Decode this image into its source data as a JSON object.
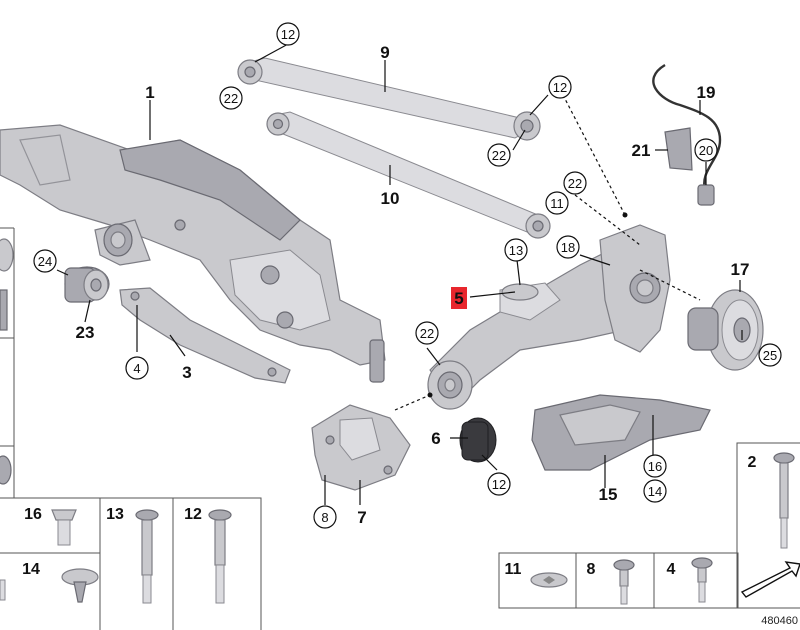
{
  "callouts": {
    "p1": "1",
    "p9": "9",
    "p10": "10",
    "p19": "19",
    "p21": "21",
    "p17": "17",
    "p23": "23",
    "p3": "3",
    "p6": "6",
    "p7": "7",
    "p15": "15",
    "p5": "5"
  },
  "circles": {
    "c12a": "12",
    "c22a": "22",
    "c12b": "12",
    "c22b": "22",
    "c22c": "22",
    "c11": "11",
    "c13": "13",
    "c18": "18",
    "c20": "20",
    "c24": "24",
    "c4": "4",
    "c22d": "22",
    "c25": "25",
    "c12c": "12",
    "c8": "8",
    "c16": "16",
    "c14": "14"
  },
  "fastener_table": {
    "top_row": [
      "16",
      "13",
      "12"
    ],
    "bottom_left": "14",
    "bottom_row": [
      "11",
      "8",
      "4"
    ],
    "right_cell": "2"
  },
  "image_number": "480460",
  "highlight_color": "#e8262d"
}
